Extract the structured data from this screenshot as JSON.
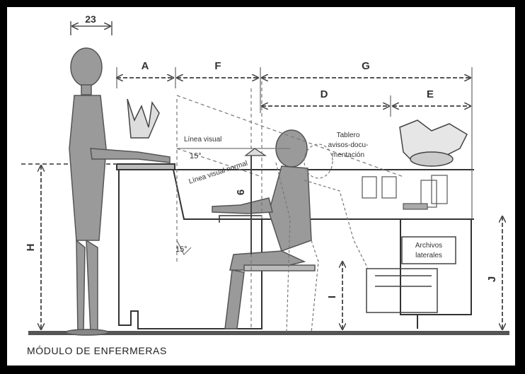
{
  "caption": "MÓDULO DE ENFERMERAS",
  "dimensions": {
    "top_width": "23",
    "a": "A",
    "f": "F",
    "g": "G",
    "d": "D",
    "e": "E",
    "h": "H",
    "i": "I",
    "j": "J",
    "seated_eye": "6"
  },
  "annotations": {
    "linea_visual": "Línea visual",
    "linea_visual_normal": "Línea visual normal",
    "angle_top": "15°",
    "angle_bottom": "15°",
    "tablero_line1": "Tablero",
    "tablero_line2": "avisos-docu-",
    "tablero_line3": "mentación",
    "archivos_line1": "Archivos",
    "archivos_line2": "laterales"
  },
  "colors": {
    "border": "#000000",
    "figure_fill": "#9a9a9a",
    "line": "#333333",
    "dim_line": "#555555"
  }
}
